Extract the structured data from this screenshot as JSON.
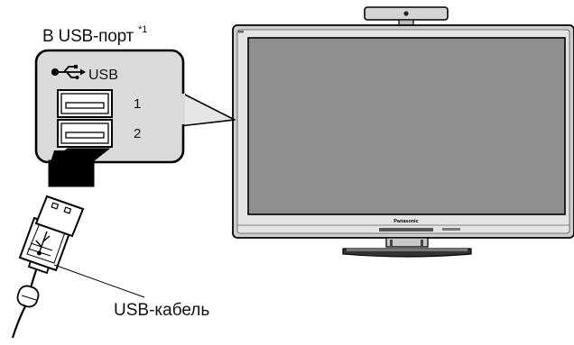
{
  "labels": {
    "port_caption": "В USB-порт",
    "port_footnote": "*1",
    "usb_logo_text": "USB",
    "port_numbers": [
      "1",
      "2"
    ],
    "cable_caption": "USB-кабель",
    "tv_brand": "Panasonic"
  },
  "colors": {
    "panel_bg": "#d9d9d9",
    "tv_frame": "#c9c9c9",
    "screen": "#8f8f8f",
    "arrow": "#000000",
    "outline": "#000000"
  }
}
